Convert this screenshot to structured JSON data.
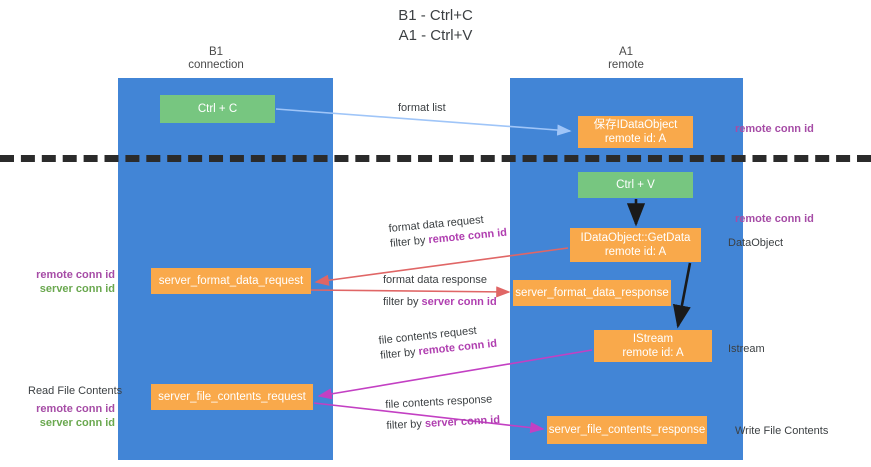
{
  "title": {
    "line1": "B1 - Ctrl+C",
    "line2": "A1 - Ctrl+V"
  },
  "columns": {
    "left": {
      "name": "B1",
      "role": "connection"
    },
    "right": {
      "name": "A1",
      "role": "remote"
    }
  },
  "colors": {
    "lane": "#4285d6",
    "green_node": "#77c680",
    "orange_node": "#f9a94b",
    "divider": "#2b2b2b",
    "remote_conn_id": "#a64ca6",
    "server_conn_id": "#6aa84f",
    "edge_format_list": "#9fc5f8",
    "edge_format_data": "#e06666",
    "edge_file_contents": "#c340c3",
    "edge_black": "#1a1a1a"
  },
  "nodes": {
    "ctrl_c": {
      "label": "Ctrl + C",
      "style": "green"
    },
    "save_dataobject": {
      "line1": "保存IDataObject",
      "line2": "remote id: A",
      "style": "orange"
    },
    "ctrl_v": {
      "label": "Ctrl + V",
      "style": "green"
    },
    "getdata": {
      "line1": "IDataObject::GetData",
      "line2": "remote id: A",
      "style": "orange"
    },
    "server_format_data_request": {
      "label": "server_format_data_request",
      "style": "orange"
    },
    "server_format_data_response": {
      "label": "server_format_data_response",
      "style": "orange"
    },
    "istream": {
      "line1": "IStream",
      "line2": "remote id: A",
      "style": "orange"
    },
    "server_file_contents_request": {
      "label": "server_file_contents_request",
      "style": "orange"
    },
    "server_file_contents_response": {
      "label": "server_file_contents_response",
      "style": "orange"
    }
  },
  "edges": {
    "format_list": {
      "label": "format list"
    },
    "format_data_request": {
      "label": "format data request",
      "filter_prefix": "filter by ",
      "filter_key": "remote conn id"
    },
    "format_data_response": {
      "label": "format data response",
      "filter_prefix": "filter by ",
      "filter_key": "server conn id"
    },
    "file_contents_request": {
      "label": "file contents request",
      "filter_prefix": "filter by ",
      "filter_key": "remote conn id"
    },
    "file_contents_response": {
      "label": "file contents response",
      "filter_prefix": "filter by ",
      "filter_key": "server conn id"
    }
  },
  "annotations": {
    "remote_conn_id_top": "remote conn id",
    "remote_conn_id_mid": "remote conn id",
    "data_object": "DataObject",
    "istream": "Istream",
    "write_file_contents": "Write File Contents",
    "read_file_contents": "Read File Contents",
    "remote_conn_id": "remote conn id",
    "server_conn_id": "server conn id"
  }
}
